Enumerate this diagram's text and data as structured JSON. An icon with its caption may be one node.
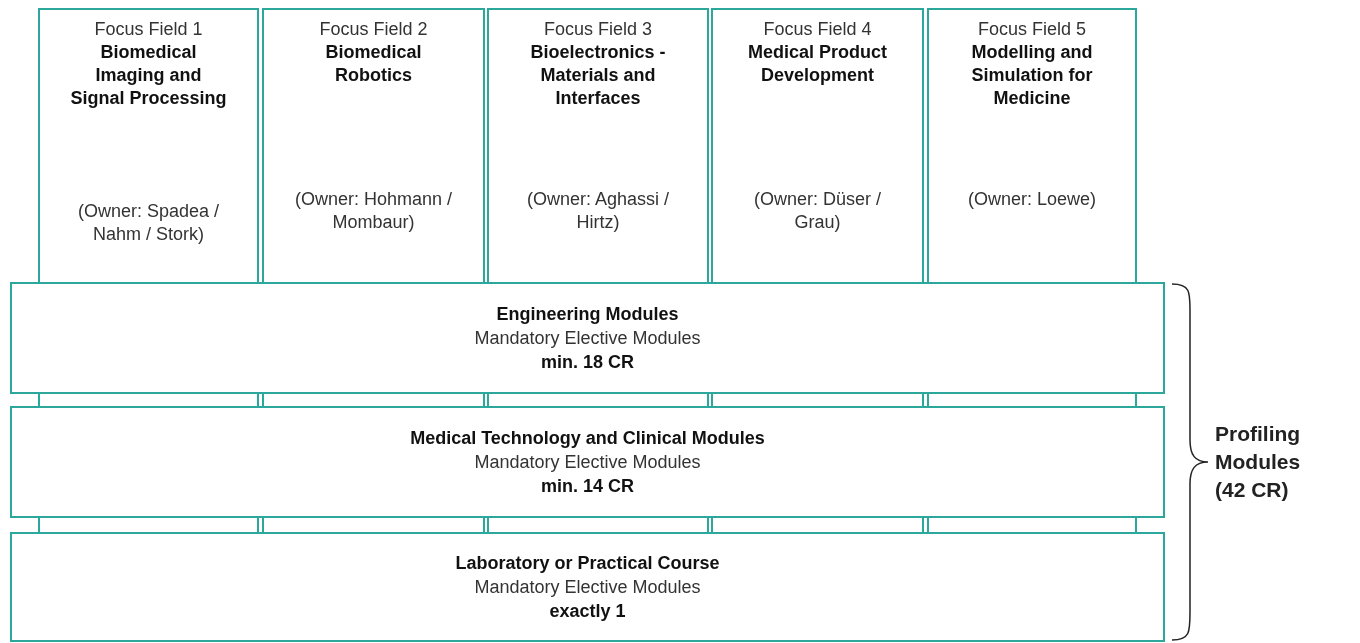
{
  "diagram": {
    "nodes": [
      {
        "text": [
          "Focus Field 1",
          "Biomedical Imaging and Signal Processing",
          "(Owner: Spadea / Nahm / Stork)"
        ]
      },
      {
        "text": [
          "Focus Field 2",
          "Biomedical Robotics",
          "(Owner: Hohmann / Mombaur)"
        ]
      },
      {
        "text": [
          "Focus Field 3",
          "Bioelectronics - Materials and Interfaces",
          "(Owner: Aghassi / Hirtz)"
        ]
      },
      {
        "text": [
          "Focus Field 4",
          "Medical Product Development",
          "(Owner: Düser / Grau)"
        ]
      },
      {
        "text": [
          "Focus Field 5",
          "Modelling and Simulation for Medicine",
          "(Owner: Loewe)"
        ]
      },
      {
        "text": [
          "Engineering Modules",
          "Mandatory Elective Modules",
          "min. 18 CR"
        ]
      },
      {
        "text": [
          "Medical Technology and Clinical Modules",
          "Mandatory Elective Modules",
          "min. 14 CR"
        ]
      },
      {
        "text": [
          "Laboratory or Practical Course",
          "Mandatory Elective Modules",
          "exactly 1"
        ]
      }
    ],
    "labels": [
      "Profiling Modules (42 CR)"
    ]
  }
}
